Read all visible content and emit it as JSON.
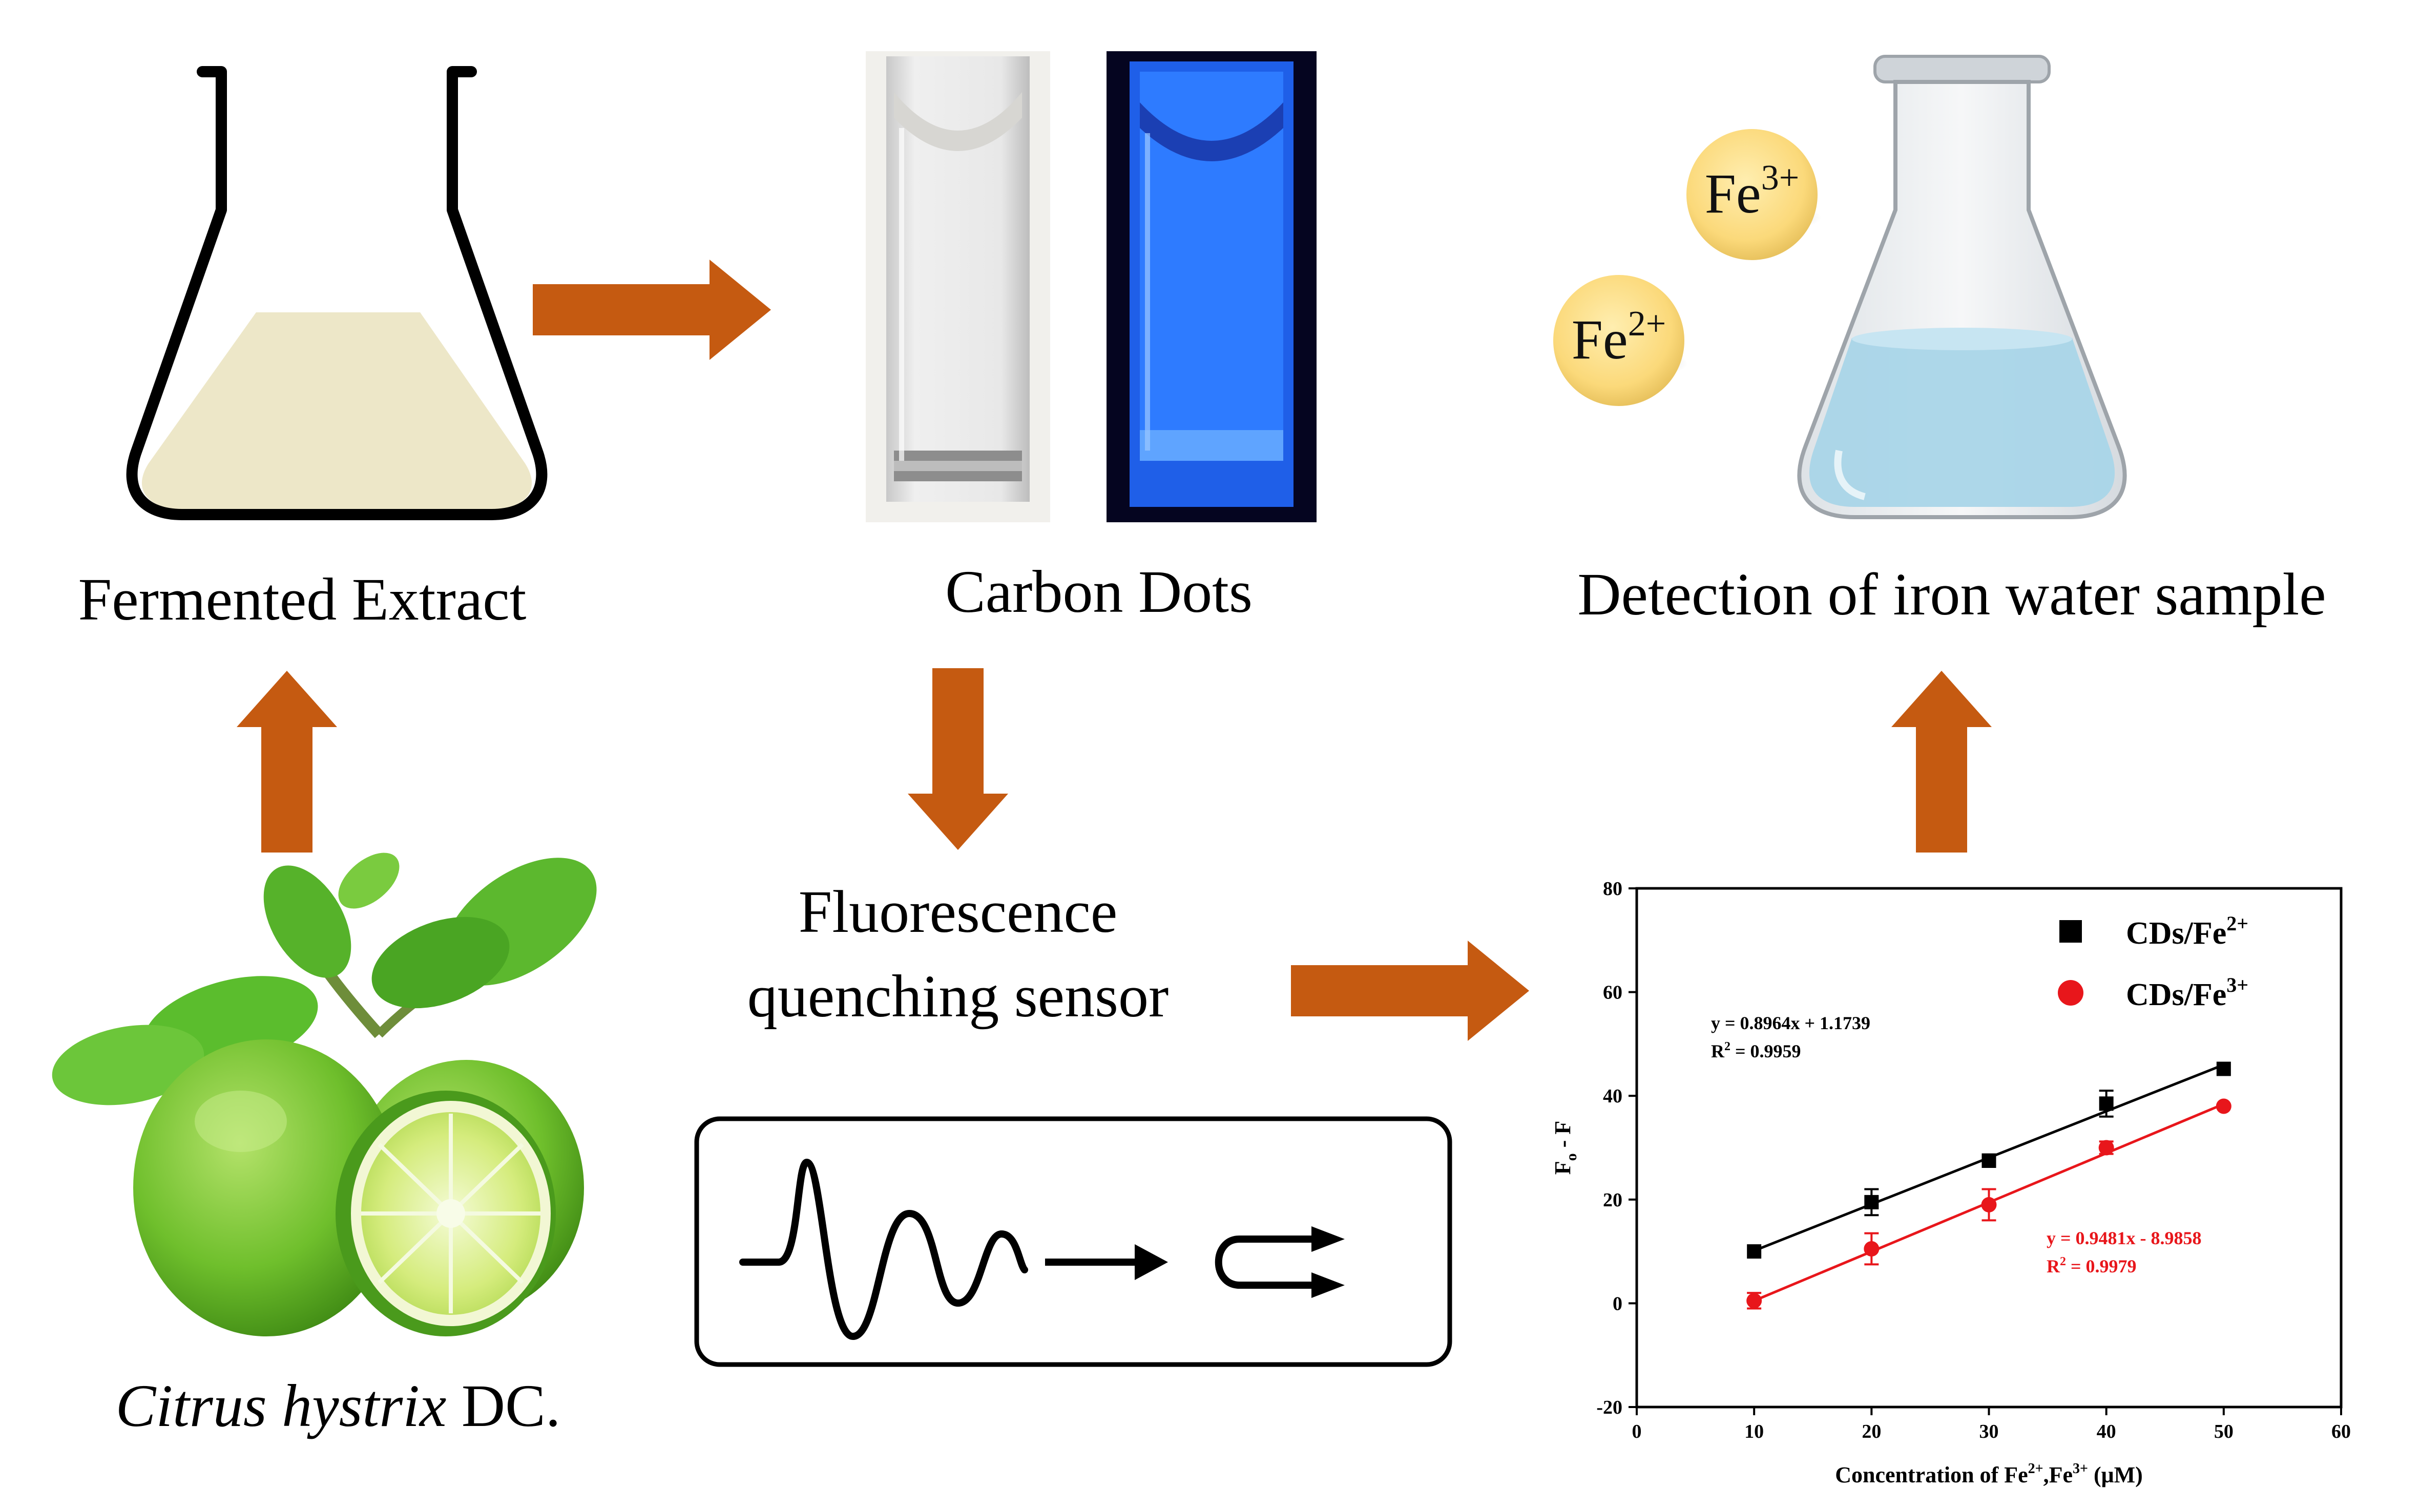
{
  "labels": {
    "fermented_extract": "Fermented Extract",
    "carbon_dots": "Carbon Dots",
    "detection": "Detection of iron water sample",
    "fluorescence_line1": "Fluorescence",
    "fluorescence_line2": "quenching sensor",
    "species_italic": "Citrus hystrix",
    "species_suffix": " DC."
  },
  "ions": {
    "fe3": {
      "base": "Fe",
      "charge": "3+"
    },
    "fe2": {
      "base": "Fe",
      "charge": "2+"
    }
  },
  "colors": {
    "arrow": "#c55a11",
    "extract": "#ede7c8",
    "water": "#a9d5e8",
    "ion_fill": "#fbd97a",
    "fluorescent_blue": "#1f6bff",
    "cuvette_glass": "#e5e4e0"
  },
  "chart_data": {
    "type": "scatter",
    "xlabel_parts": [
      "Concentration of Fe",
      "2+",
      ",Fe",
      "3+",
      " (μM)"
    ],
    "ylabel_parts": [
      "F",
      "o",
      " - F"
    ],
    "xlim": [
      0,
      60
    ],
    "ylim": [
      -20,
      80
    ],
    "xticks": [
      0,
      10,
      20,
      30,
      40,
      50,
      60
    ],
    "yticks": [
      -20,
      0,
      20,
      40,
      60,
      80
    ],
    "legend_position": "top-right",
    "series": [
      {
        "name_base": "CDs/Fe",
        "name_charge": "2+",
        "marker": "square",
        "color": "#000000",
        "x": [
          10,
          20,
          30,
          40,
          50
        ],
        "y": [
          10,
          19.5,
          27.5,
          38.5,
          45.2
        ],
        "err": [
          0,
          2.5,
          1.2,
          2.5,
          0
        ],
        "fit": {
          "slope": 0.8964,
          "intercept": 1.1739
        },
        "equation": "y = 0.8964x + 1.1739",
        "r2_value": " = 0.9959"
      },
      {
        "name_base": "CDs/Fe",
        "name_charge": "3+",
        "marker": "circle",
        "color": "#e8161b",
        "x": [
          10,
          20,
          30,
          40,
          50
        ],
        "y": [
          0.5,
          10.5,
          19,
          30,
          38
        ],
        "err": [
          1.5,
          3,
          3,
          1.2,
          0
        ],
        "fit": {
          "slope": 0.9481,
          "intercept": -8.9858
        },
        "equation": "y = 0.9481x - 8.9858",
        "r2_value": " = 0.9979"
      }
    ],
    "r2_prefix": "R",
    "r2_sup": "2"
  }
}
